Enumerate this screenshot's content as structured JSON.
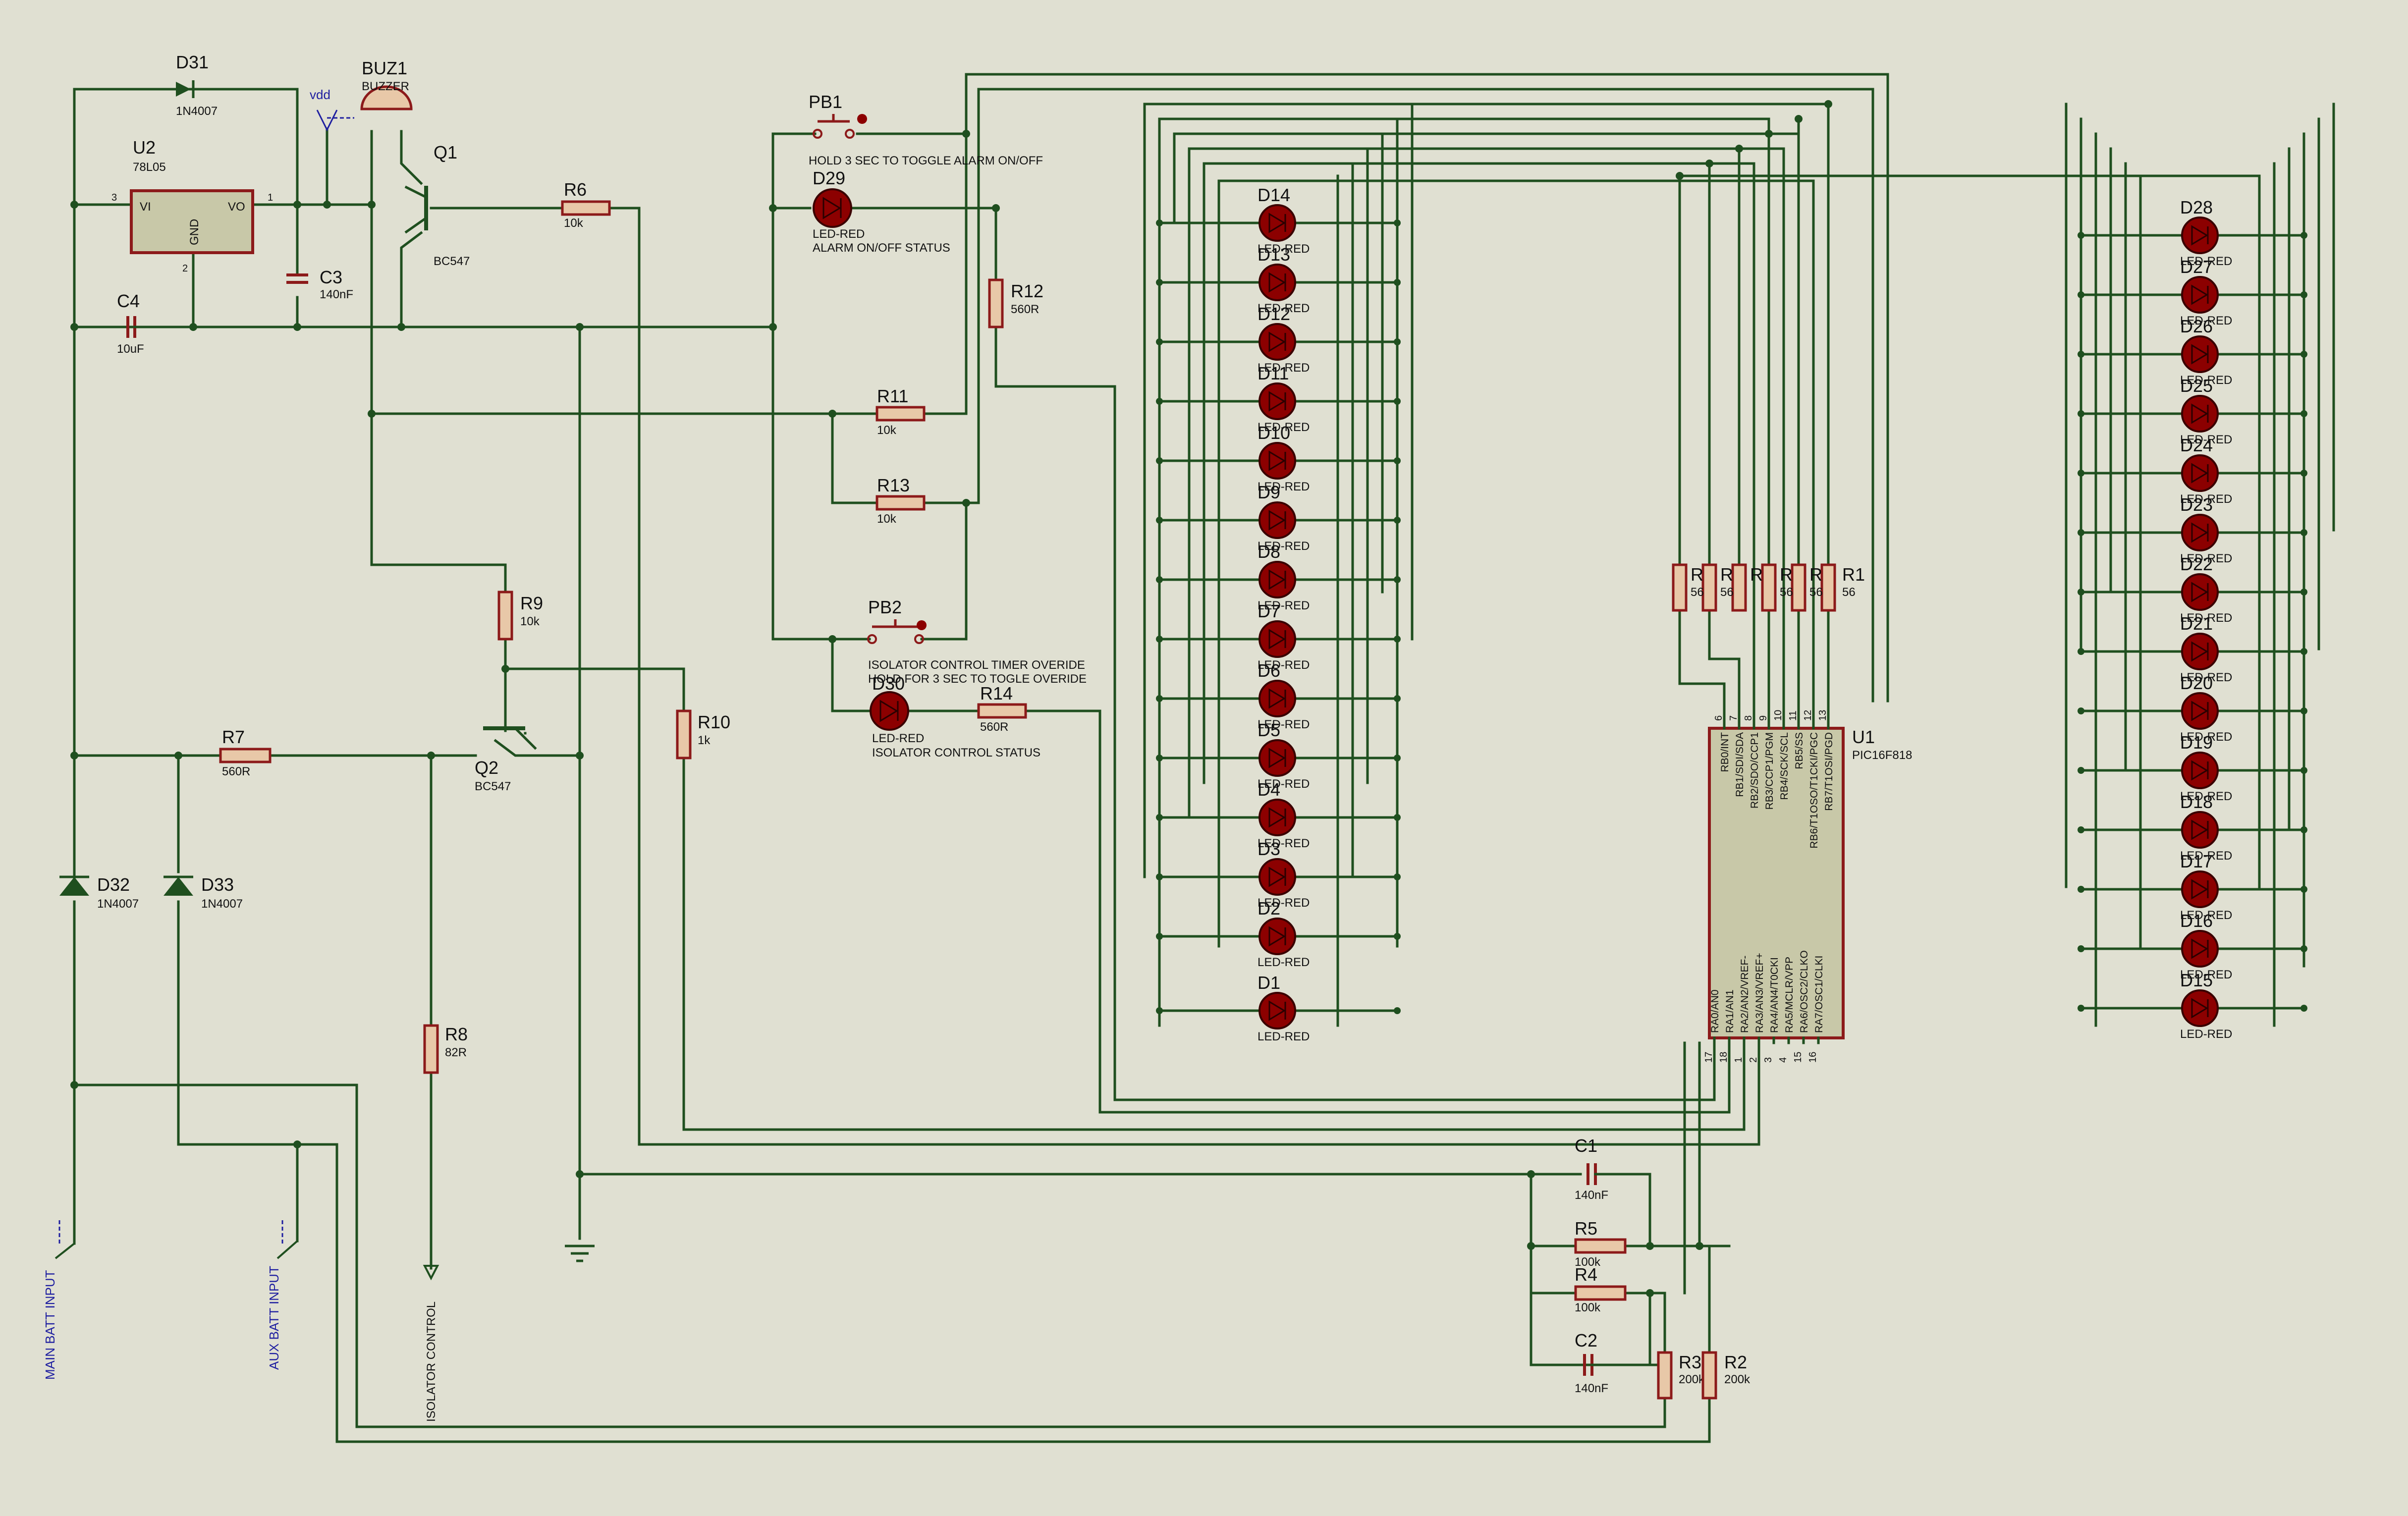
{
  "regulator": {
    "ref": "U2",
    "value": "78L05",
    "vi": "VI",
    "vo": "VO",
    "gnd": "GND",
    "pin_in": "3",
    "pin_out": "1",
    "pin_gnd": "2"
  },
  "diodes": {
    "d31": {
      "ref": "D31",
      "value": "1N4007"
    },
    "d32": {
      "ref": "D32",
      "value": "1N4007"
    },
    "d33": {
      "ref": "D33",
      "value": "1N4007"
    }
  },
  "caps": {
    "c1": {
      "ref": "C1",
      "value": "140nF"
    },
    "c2": {
      "ref": "C2",
      "value": "140nF"
    },
    "c3": {
      "ref": "C3",
      "value": "140nF"
    },
    "c4": {
      "ref": "C4",
      "value": "10uF"
    }
  },
  "buzzer": {
    "ref": "BUZ1",
    "value": "BUZZER"
  },
  "vdd": "vdd",
  "transistors": {
    "q1": {
      "ref": "Q1",
      "value": "BC547"
    },
    "q2": {
      "ref": "Q2",
      "value": "BC547"
    }
  },
  "resistors": {
    "r1": {
      "ref": "R1",
      "value": "56"
    },
    "r2": {
      "ref": "R2",
      "value": "200k"
    },
    "r3": {
      "ref": "R3",
      "value": "200k"
    },
    "r4": {
      "ref": "R4",
      "value": "100k"
    },
    "r5": {
      "ref": "R5",
      "value": "100k"
    },
    "r6": {
      "ref": "R6",
      "value": "10k"
    },
    "r7": {
      "ref": "R7",
      "value": "560R"
    },
    "r8": {
      "ref": "R8",
      "value": "82R"
    },
    "r9": {
      "ref": "R9",
      "value": "10k"
    },
    "r10": {
      "ref": "R10",
      "value": "1k"
    },
    "r11": {
      "ref": "R11",
      "value": "10k"
    },
    "r12": {
      "ref": "R12",
      "value": "560R"
    },
    "r13": {
      "ref": "R13",
      "value": "10k"
    },
    "r14": {
      "ref": "R14",
      "value": "560R"
    },
    "rcut_ref": "R",
    "rcut_val": "56"
  },
  "buttons": {
    "pb1": {
      "ref": "PB1",
      "note": "HOLD 3 SEC TO TOGGLE ALARM ON/OFF"
    },
    "pb2": {
      "ref": "PB2",
      "note1": "ISOLATOR CONTROL TIMER OVERIDE",
      "note2": "HOLD FOR 3 SEC TO TOGLE OVERIDE"
    }
  },
  "status_leds": {
    "d29": {
      "ref": "D29",
      "value": "LED-RED",
      "note": "ALARM ON/OFF STATUS"
    },
    "d30": {
      "ref": "D30",
      "value": "LED-RED",
      "note": "ISOLATOR CONTROL STATUS"
    }
  },
  "led_value": "LED-RED",
  "left_leds": [
    "D14",
    "D13",
    "D12",
    "D11",
    "D10",
    "D9",
    "D8",
    "D7",
    "D6",
    "D5",
    "D4",
    "D3",
    "D2",
    "D1"
  ],
  "right_leds": [
    "D28",
    "D27",
    "D26",
    "D25",
    "D24",
    "D23",
    "D22",
    "D21",
    "D20",
    "D19",
    "D18",
    "D17",
    "D16",
    "D15"
  ],
  "mcu": {
    "ref": "U1",
    "value": "PIC16F818",
    "top_pins": [
      {
        "num": "6",
        "name": "RB0/INT"
      },
      {
        "num": "7",
        "name": "RB1/SDI/SDA"
      },
      {
        "num": "8",
        "name": "RB2/SDO/CCP1"
      },
      {
        "num": "9",
        "name": "RB3/CCP1/PGM"
      },
      {
        "num": "10",
        "name": "RB4/SCK/SCL"
      },
      {
        "num": "11",
        "name": "RB5/SS"
      },
      {
        "num": "12",
        "name": "RB6/T1OSO/T1CKI/PGC"
      },
      {
        "num": "13",
        "name": "RB7/T1OSI/PGD"
      }
    ],
    "bottom_pins": [
      {
        "num": "17",
        "name": "RA0/AN0"
      },
      {
        "num": "18",
        "name": "RA1/AN1"
      },
      {
        "num": "1",
        "name": "RA2/AN2/VREF-"
      },
      {
        "num": "2",
        "name": "RA3/AN3/VREF+"
      },
      {
        "num": "3",
        "name": "RA4/AN4/T0CKI"
      },
      {
        "num": "4",
        "name": "RA5/MCLR/VPP"
      },
      {
        "num": "15",
        "name": "RA6/OSC2/CLKO"
      },
      {
        "num": "16",
        "name": "RA7/OSC1/CLKI"
      }
    ]
  },
  "terminals": {
    "main": "MAIN BATT INPUT",
    "aux": "AUX BATT INPUT",
    "iso": "ISOLATOR CONTROL"
  },
  "colors": {
    "wire": "#1F4F1F",
    "part": "#8C1A1A",
    "background": "#E0E0D2",
    "label_blue": "#1F1FA0"
  }
}
